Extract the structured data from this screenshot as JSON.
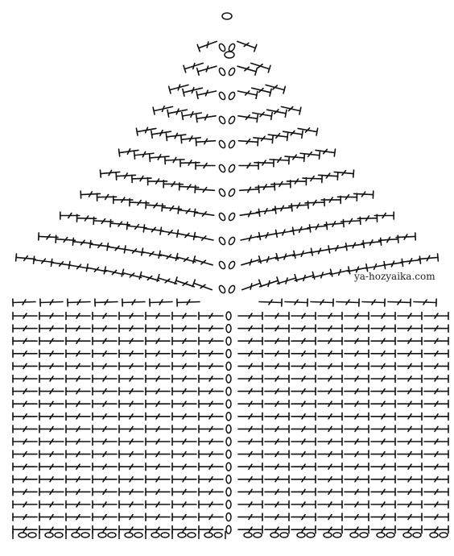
{
  "watermark": "ya-hozyaika.com",
  "stitch_color": "#111111",
  "background": "#ffffff",
  "body_rows": 18,
  "body_stitches_per_side": 8,
  "yoke_rounds": 11
}
